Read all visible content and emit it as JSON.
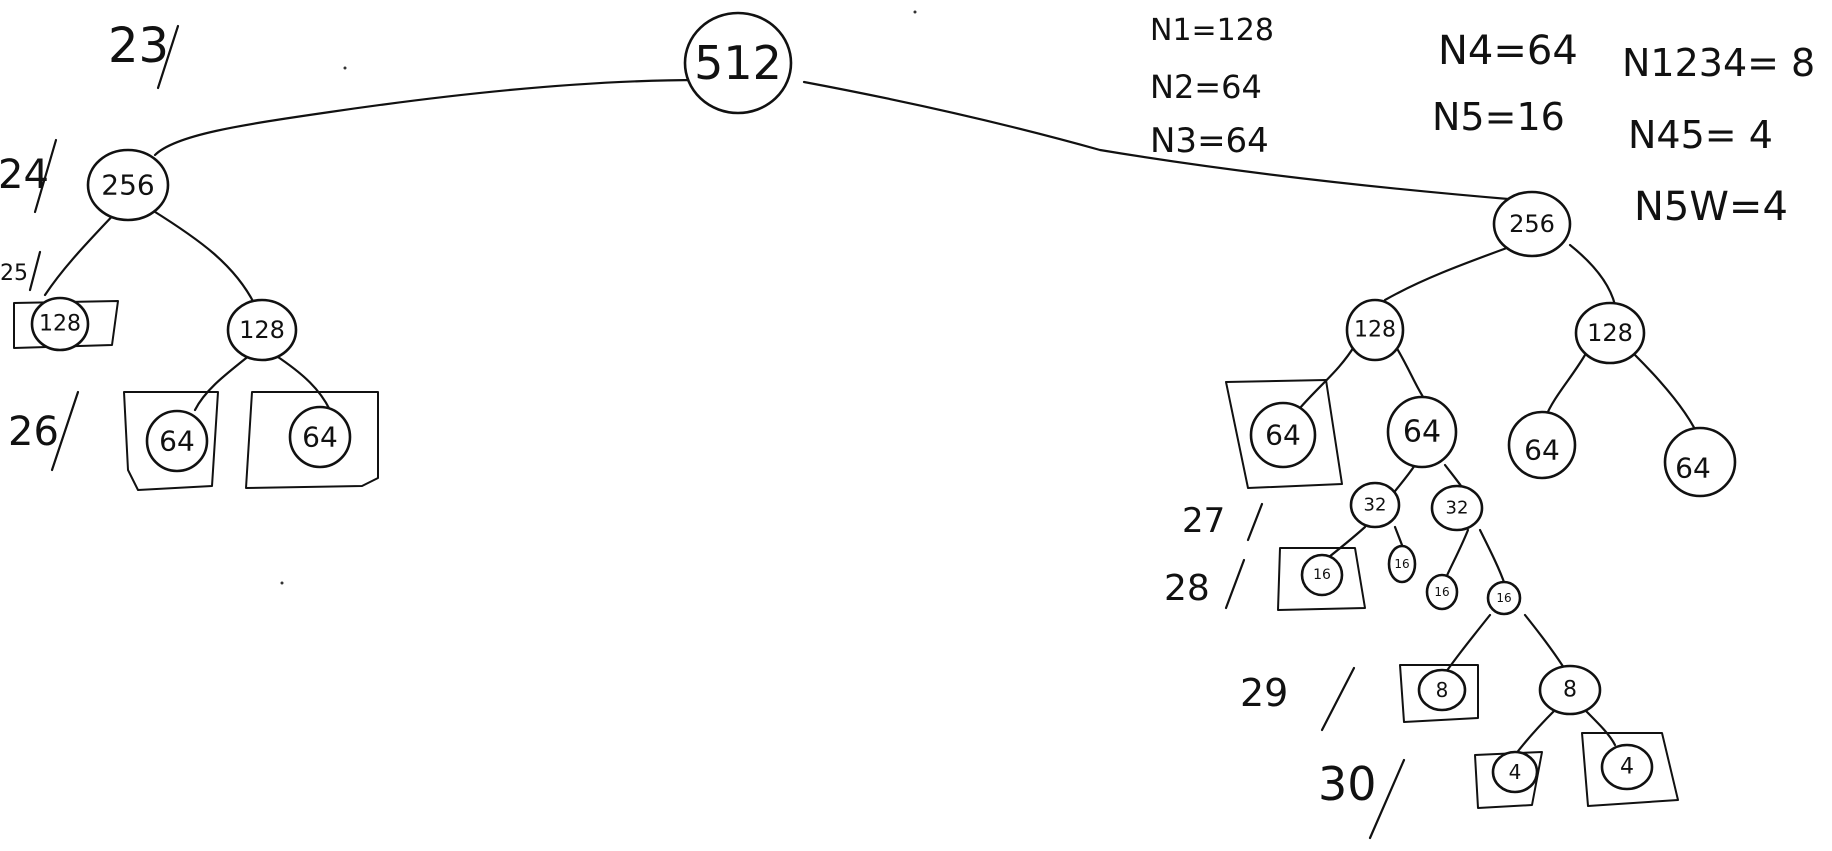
{
  "nodes": {
    "root": "512",
    "l1_left": "256",
    "l1_right": "256",
    "left_128_a": "128",
    "left_128_b": "128",
    "left_64_a": "64",
    "left_64_b": "64",
    "right_128_a": "128",
    "right_128_b": "128",
    "right_64_a": "64",
    "right_64_b": "64",
    "right_64_c": "64",
    "right_64_d": "64",
    "right_32_a": "32",
    "right_32_b": "32",
    "right_16_a": "16",
    "right_16_b": "16",
    "right_16_c": "16",
    "right_16_d": "16",
    "right_8_a": "8",
    "right_8_b": "8",
    "right_4_a": "4",
    "right_4_b": "4"
  },
  "level_marks": {
    "m23": "23",
    "m24": "24",
    "m25": "25",
    "m26": "26",
    "m27": "27",
    "m28": "28",
    "m29": "29",
    "m30": "30"
  },
  "notes": {
    "n1": "N1=128",
    "n2": "N2=64",
    "n3": "N3=64",
    "n4": "N4=64",
    "n5": "N5=16",
    "n1234": "N1234= 8",
    "n45": "N45= 4",
    "n5w": "N5W=4"
  }
}
